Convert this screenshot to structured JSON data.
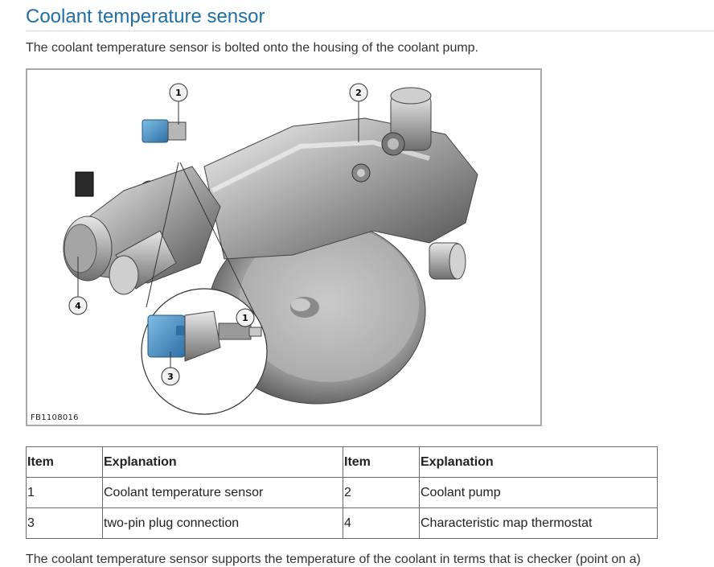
{
  "page": {
    "title": "Coolant temperature sensor",
    "intro": "The coolant temperature sensor is bolted onto the housing of the coolant pump."
  },
  "figure": {
    "code": "FB1108016",
    "callouts": [
      "1",
      "2",
      "4",
      "1",
      "3"
    ]
  },
  "legend": {
    "headers": [
      "Item",
      "Explanation",
      "Item",
      "Explanation"
    ],
    "rows": [
      [
        "1",
        "Coolant temperature sensor",
        "2",
        "Coolant pump"
      ],
      [
        "3",
        "two-pin plug connection",
        "4",
        "Characteristic map thermostat"
      ]
    ]
  },
  "footer": {
    "text": "The coolant temperature sensor supports the temperature of the coolant in terms that is checker (point on a)"
  }
}
